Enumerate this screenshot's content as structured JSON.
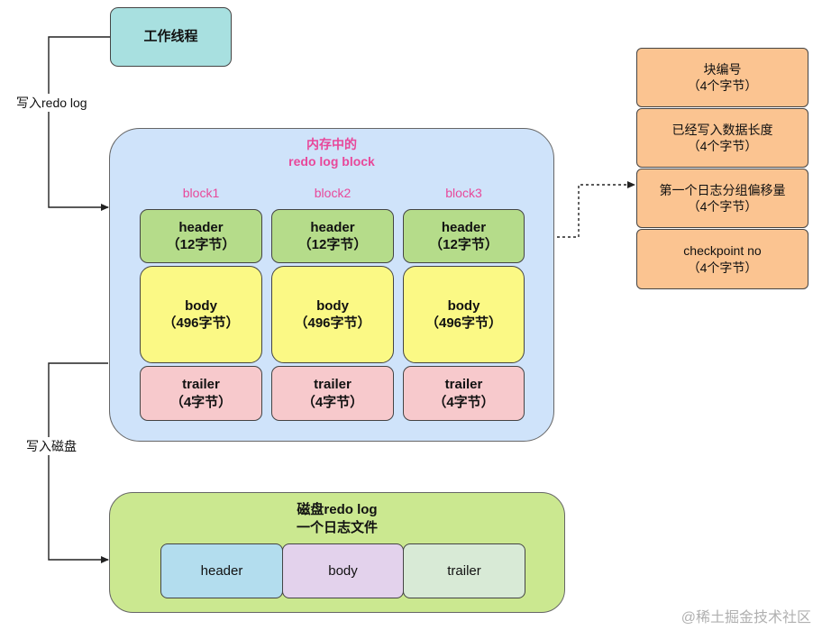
{
  "worker": {
    "label": "工作线程"
  },
  "edges": {
    "write_log": "写入redo log",
    "write_disk": "写入磁盘"
  },
  "memory": {
    "title_line1": "内存中的",
    "title_line2": "redo log block",
    "blocks": [
      {
        "name": "block1",
        "header": "header",
        "header_size": "（12字节）",
        "body": "body",
        "body_size": "（496字节）",
        "trailer": "trailer",
        "trailer_size": "（4字节）"
      },
      {
        "name": "block2",
        "header": "header",
        "header_size": "（12字节）",
        "body": "body",
        "body_size": "（496字节）",
        "trailer": "trailer",
        "trailer_size": "（4字节）"
      },
      {
        "name": "block3",
        "header": "header",
        "header_size": "（12字节）",
        "body": "body",
        "body_size": "（496字节）",
        "trailer": "trailer",
        "trailer_size": "（4字节）"
      }
    ]
  },
  "header_fields": [
    {
      "name": "块编号",
      "size": "（4个字节）"
    },
    {
      "name": "已经写入数据长度",
      "size": "（4个字节）"
    },
    {
      "name": "第一个日志分组偏移量",
      "size": "（4个字节）"
    },
    {
      "name": "checkpoint no",
      "size": "（4个字节）"
    }
  ],
  "disk": {
    "title_line1": "磁盘redo log",
    "title_line2": "一个日志文件",
    "parts": [
      "header",
      "body",
      "trailer"
    ]
  },
  "watermark": "@稀土掘金技术社区",
  "colors": {
    "worker_fill": "#a8e0e0",
    "memory_fill": "#cfe3fa",
    "header_fill": "#b5dc8a",
    "body_fill": "#fbf985",
    "trailer_fill": "#f7c9cc",
    "field_fill": "#fbc491",
    "disk_fill": "#cbe890",
    "accent_pink": "#e8489a"
  }
}
